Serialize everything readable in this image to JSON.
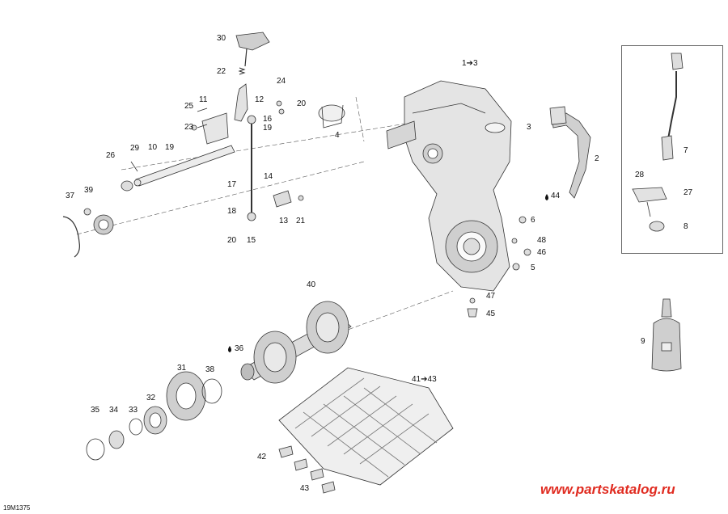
{
  "diagram": {
    "code": "19M1375",
    "watermark": "www.partskatalog.ru",
    "colors": {
      "watermark": "#e02b20",
      "line": "#333333",
      "part_fill": "#d8d8d8"
    },
    "callouts": {
      "c30": "30",
      "c22": "22",
      "c24": "24",
      "c25": "25",
      "c11": "11",
      "c12": "12",
      "c20a": "20",
      "c23": "23",
      "c16": "16",
      "c19a": "19",
      "c19b": "19",
      "c10": "10",
      "c29": "29",
      "c26": "26",
      "c4": "4",
      "c1to3": "1➔3",
      "c3": "3",
      "c2": "2",
      "c7": "7",
      "c28": "28",
      "c27": "27",
      "c8": "8",
      "c14": "14",
      "c17": "17",
      "c37": "37",
      "c39": "39",
      "c18": "18",
      "c13": "13",
      "c21": "21",
      "c20b": "20",
      "c15": "15",
      "c44": "44",
      "c6": "6",
      "c48": "48",
      "c46": "46",
      "c5": "5",
      "c47": "47",
      "c45": "45",
      "c9": "9",
      "c40": "40",
      "c36": "36",
      "c41to43": "41➔43",
      "c31": "31",
      "c38": "38",
      "c35": "35",
      "c34": "34",
      "c33": "33",
      "c32": "32",
      "c42": "42",
      "c43": "43"
    }
  }
}
